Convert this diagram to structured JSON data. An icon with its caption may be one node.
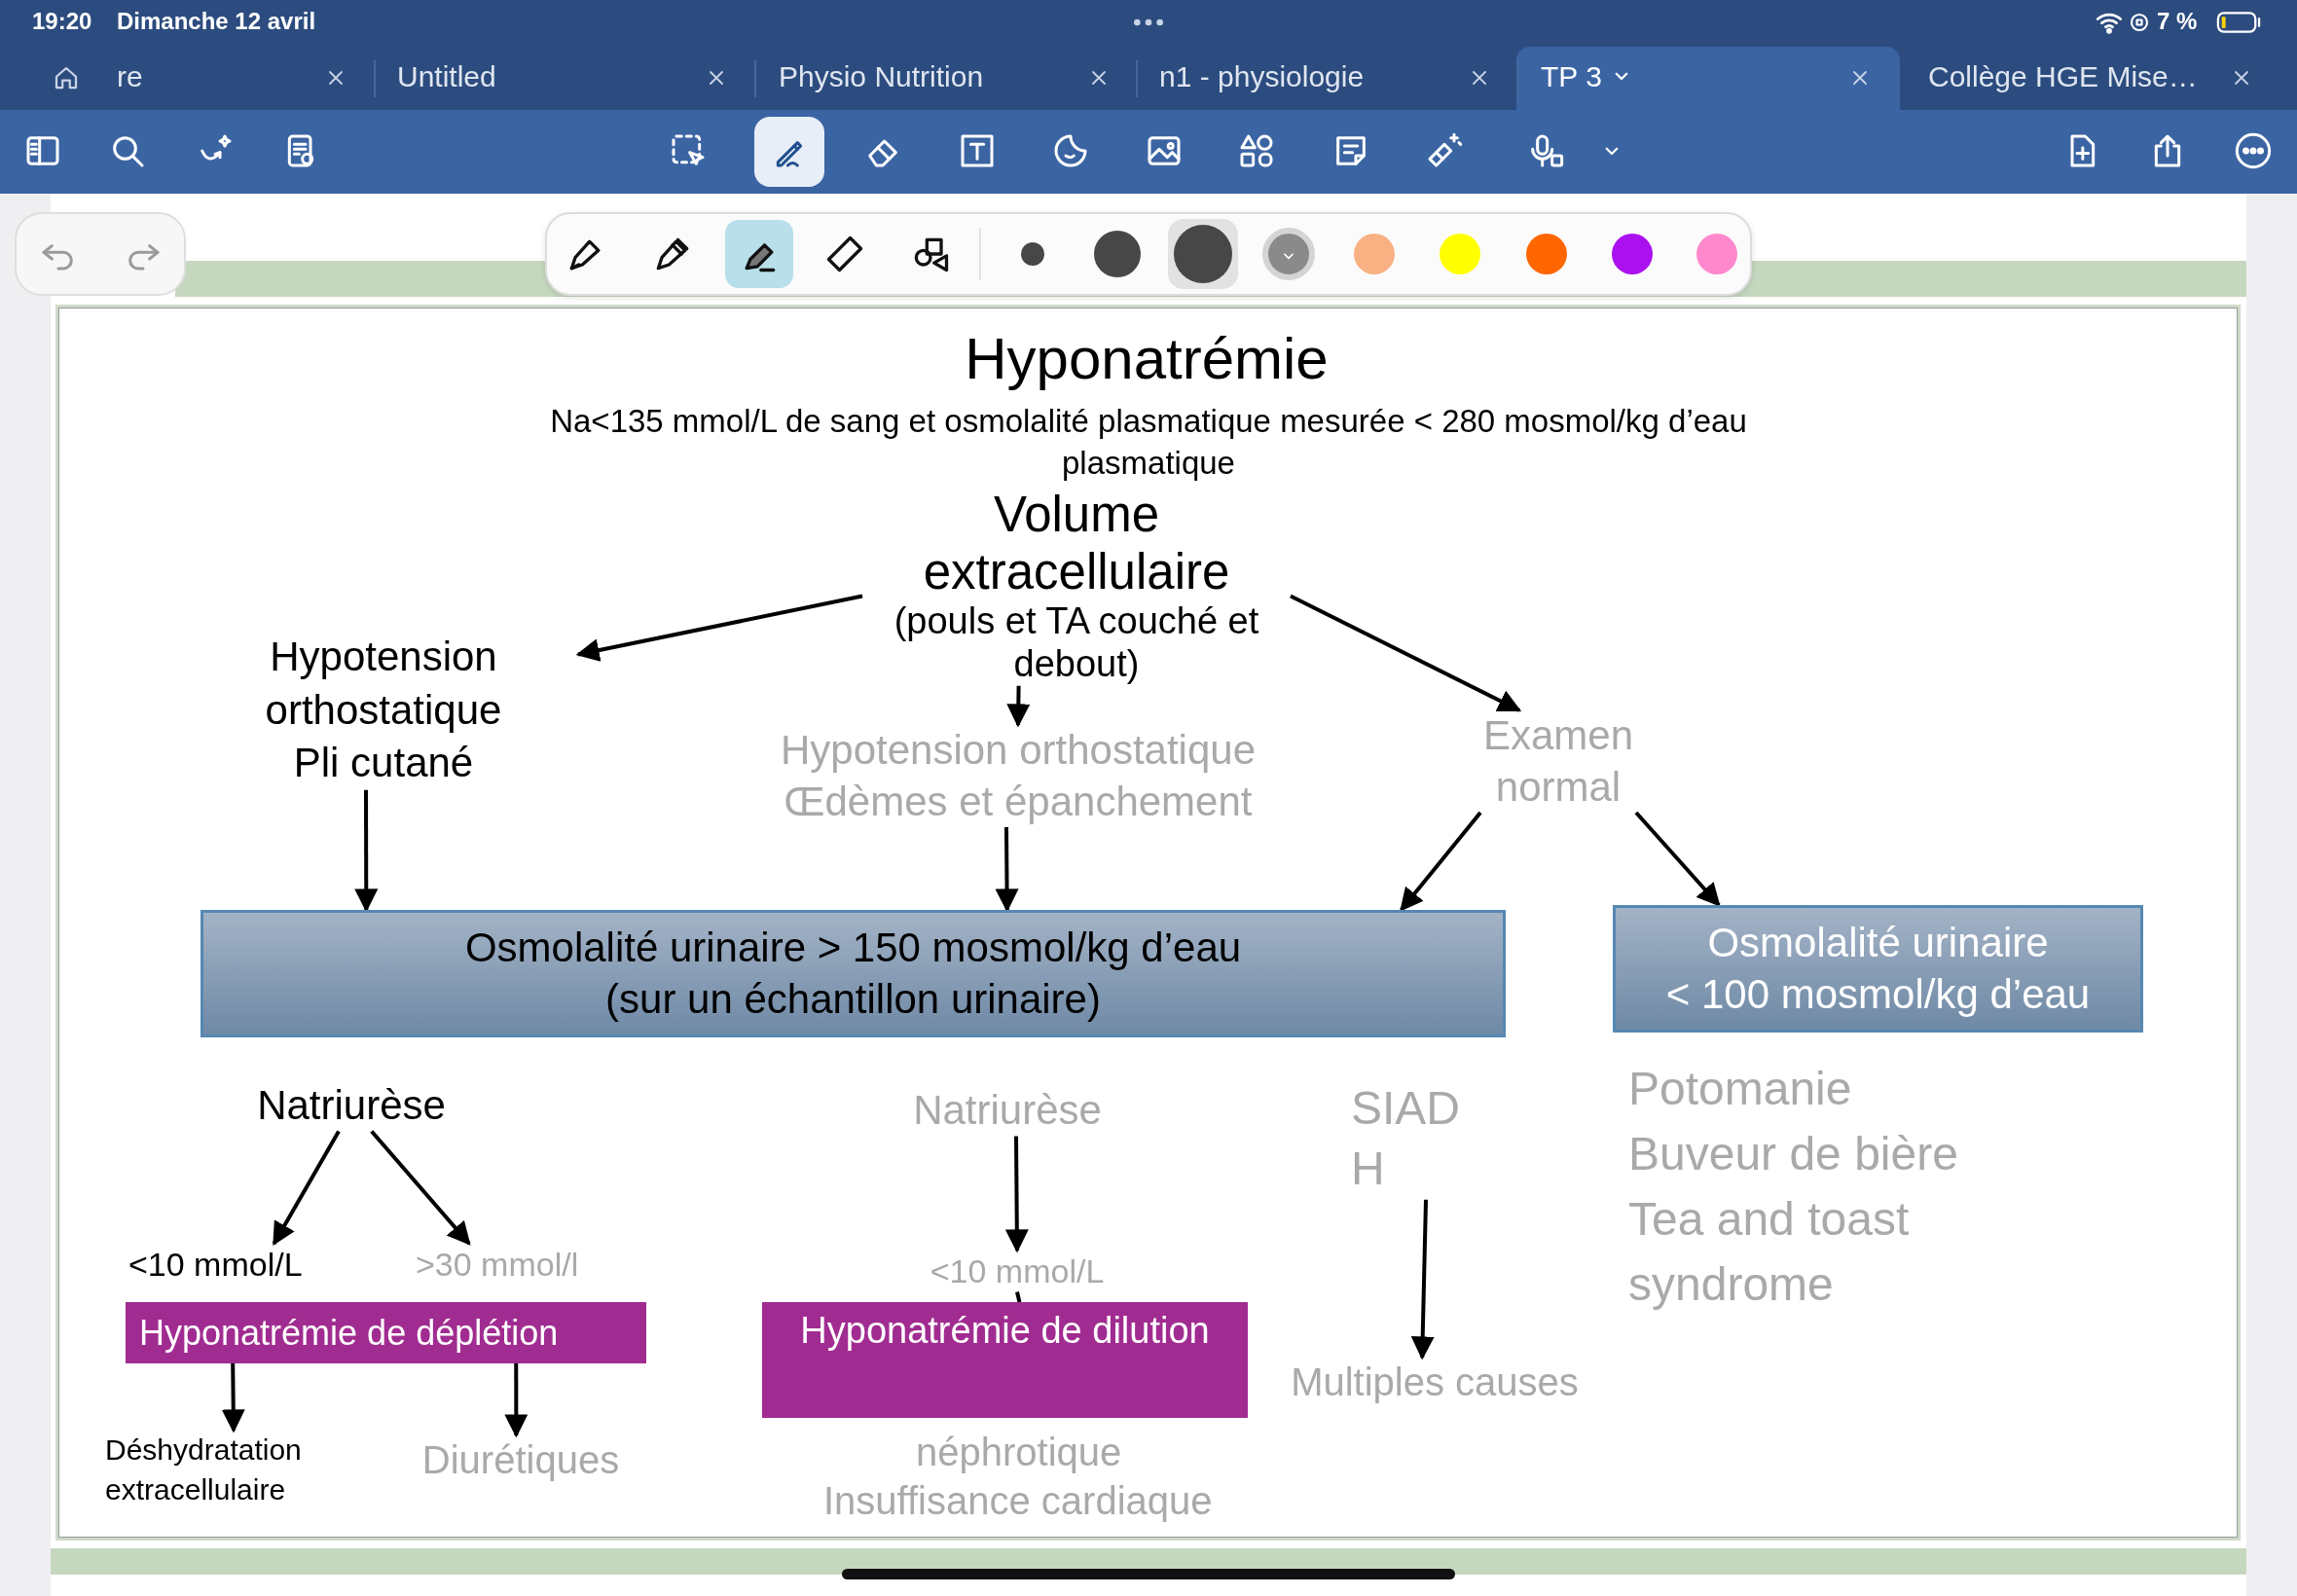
{
  "diagram": {
    "title": "Hyponatrémie",
    "nodes": [
      {
        "text": [
          "Volume extracellulaire",
          "(pouls et TA couché et debout)"
        ]
      },
      {
        "text": [
          "Hypotension orthostatique",
          "Pli cutané"
        ]
      },
      {
        "text": [
          "Hypotension orthostatique",
          "Œdèmes et épanchement"
        ]
      },
      {
        "text": [
          "Examen normal"
        ]
      },
      {
        "text": [
          "Osmolalité urinaire > 150 mosmol/kg d’eau",
          "(sur un échantillon urinaire)"
        ]
      },
      {
        "text": [
          "Osmolalité urinaire",
          "< 100 mosmol/kg d’eau"
        ]
      },
      {
        "text": [
          "Natriurèse"
        ]
      },
      {
        "text": [
          "Natriurèse"
        ]
      },
      {
        "text": [
          "SIAD H"
        ]
      },
      {
        "text": [
          "<10 mmol/L"
        ]
      },
      {
        "text": [
          ">30 mmol/l"
        ]
      },
      {
        "text": [
          "<10 mmol/L"
        ]
      },
      {
        "text": [
          "Hyponatrémie de déplétion"
        ]
      },
      {
        "text": [
          "Hyponatrémie de dilution"
        ]
      },
      {
        "text": [
          "Multiples causes"
        ]
      },
      {
        "text": [
          "Déshydratation extracellulaire"
        ]
      },
      {
        "text": [
          "Diurétiques"
        ]
      }
    ],
    "edges": [
      {
        "from": 0,
        "to": 1,
        "arrow": "to"
      },
      {
        "from": 0,
        "to": 2,
        "arrow": "to"
      },
      {
        "from": 0,
        "to": 3,
        "arrow": "to"
      },
      {
        "from": 1,
        "to": 4,
        "arrow": "to"
      },
      {
        "from": 2,
        "to": 4,
        "arrow": "to"
      },
      {
        "from": 3,
        "to": 4,
        "arrow": "to"
      },
      {
        "from": 3,
        "to": 5,
        "arrow": "to"
      },
      {
        "from": 6,
        "to": 9,
        "arrow": "to"
      },
      {
        "from": 6,
        "to": 10,
        "arrow": "to"
      },
      {
        "from": 7,
        "to": 11,
        "arrow": "to"
      },
      {
        "from": 11,
        "to": 13,
        "arrow": "none"
      },
      {
        "from": 8,
        "to": 14,
        "arrow": "to"
      },
      {
        "from": 12,
        "to": 15,
        "arrow": "to"
      },
      {
        "from": 12,
        "to": 16,
        "arrow": "to"
      }
    ],
    "labels": [
      "19:20",
      "Dimanche 12 avril",
      "7 %",
      "re",
      "Untitled",
      "Physio Nutrition",
      "n1 - physiologie",
      "TP 3",
      "Collège HGE Mise…",
      "Na<135 mmol/L de sang et osmolalité plasmatique mesurée < 280 mosmol/kg d’eau plasmatique",
      "Potomanie",
      "Buveur de bière",
      "Tea and toast syndrome",
      "néphrotique",
      "Insuffisance cardiaque"
    ]
  }
}
